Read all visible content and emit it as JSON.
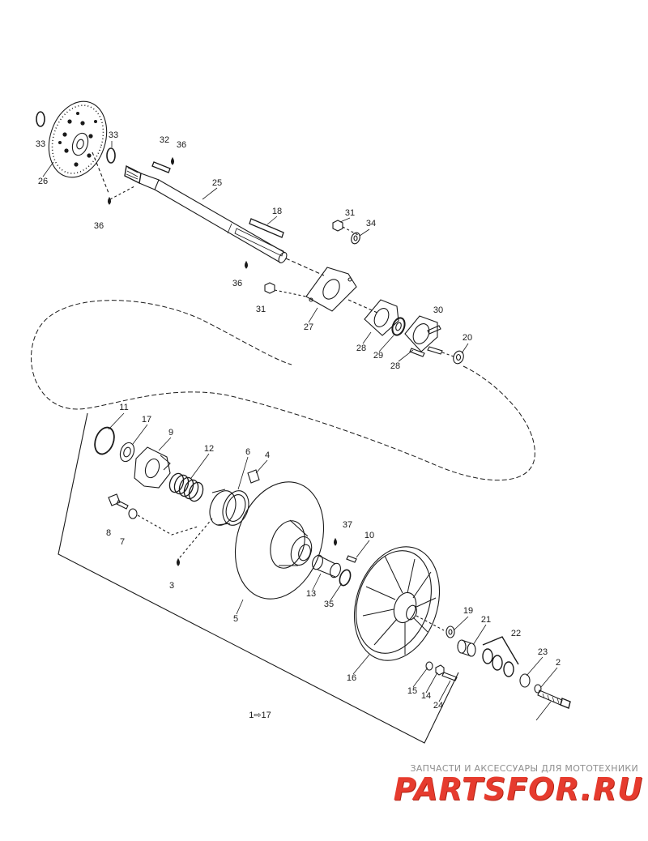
{
  "diagram": {
    "callouts": [
      "33",
      "26",
      "33",
      "36",
      "32",
      "36",
      "25",
      "18",
      "31",
      "34",
      "36",
      "31",
      "27",
      "30",
      "28",
      "29",
      "28",
      "20",
      "11",
      "17",
      "9",
      "12",
      "6",
      "4",
      "8",
      "7",
      "37",
      "10",
      "3",
      "5",
      "13",
      "35",
      "19",
      "21",
      "22",
      "23",
      "2",
      "16",
      "15",
      "14",
      "24"
    ],
    "range_label": "1⇨17"
  },
  "watermark": {
    "text": "ЗАПЧАСТИ И АКСЕССУАРЫ ДЛЯ МОТОТЕХНИКИ",
    "logo": "PARTSFOR.RU"
  },
  "colors": {
    "line": "#1a1a1a",
    "logo_red": "#e63b2e",
    "watermark_gray": "#8f8f8f"
  }
}
